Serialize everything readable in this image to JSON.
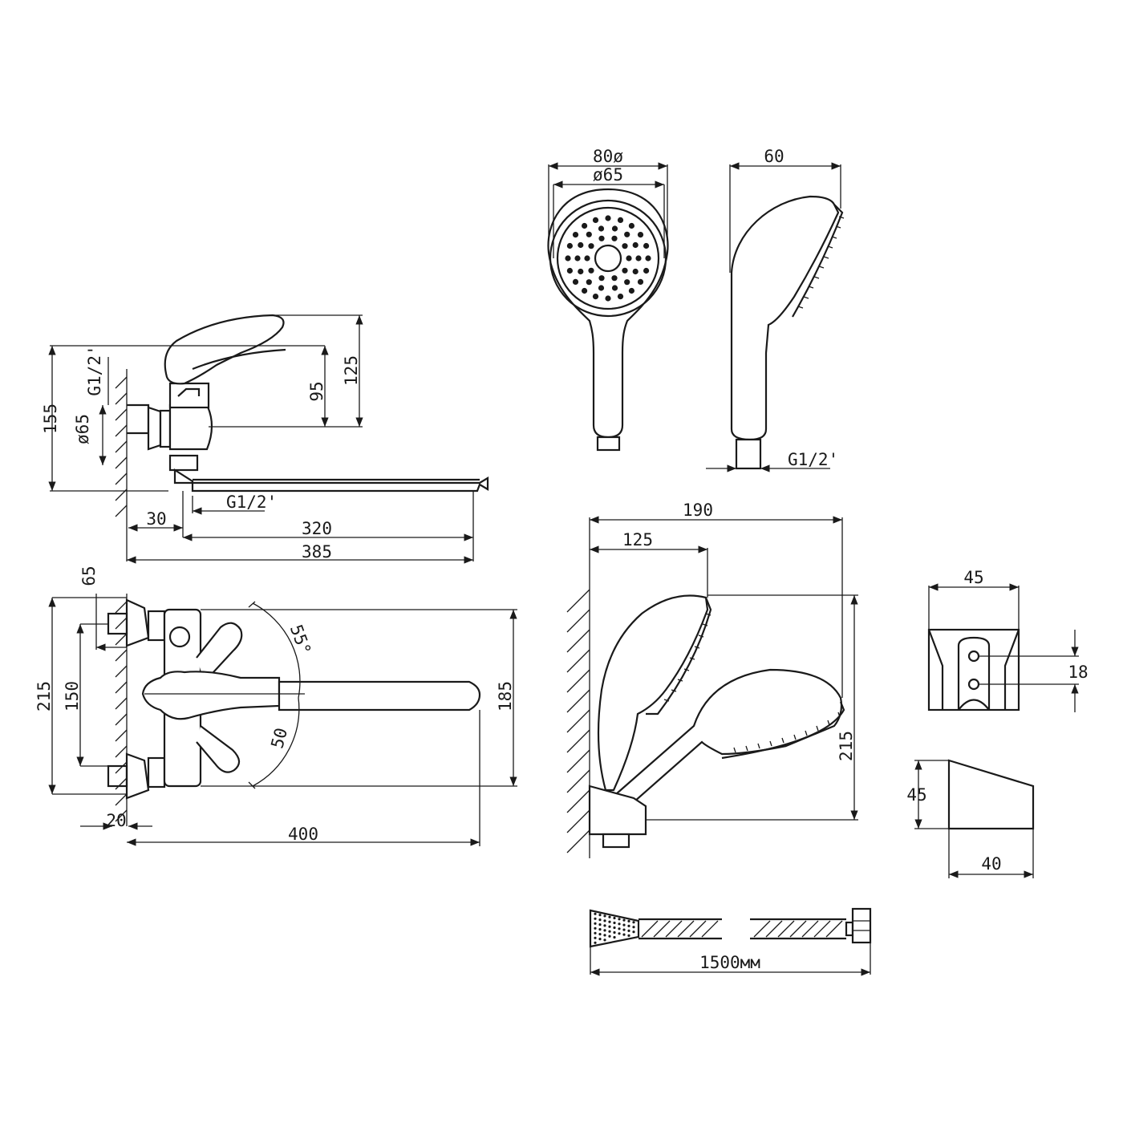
{
  "diagram": {
    "faucet_side": {
      "height_155": "155",
      "height_125": "125",
      "height_95": "95",
      "thread_top": "G1/2'",
      "diam_65": "ø65",
      "thread_bottom": "G1/2'",
      "dim_30": "30",
      "dim_320": "320",
      "dim_385": "385"
    },
    "faucet_top": {
      "dim_65": "65",
      "dim_215": "215",
      "dim_150": "150",
      "dim_185": "185",
      "angle": "55°",
      "dim_50": "50",
      "dim_20": "20",
      "dim_400": "400"
    },
    "shower_head": {
      "outer_diam": "80ø",
      "inner_diam": "ø65",
      "depth_60": "60",
      "thread": "G1/2'"
    },
    "holder_assembly": {
      "dim_190": "190",
      "dim_125": "125",
      "dim_215": "215"
    },
    "bracket": {
      "width_45": "45",
      "hole_18": "18",
      "height_45": "45",
      "depth_40": "40"
    },
    "hose": {
      "length": "1500мм"
    }
  }
}
